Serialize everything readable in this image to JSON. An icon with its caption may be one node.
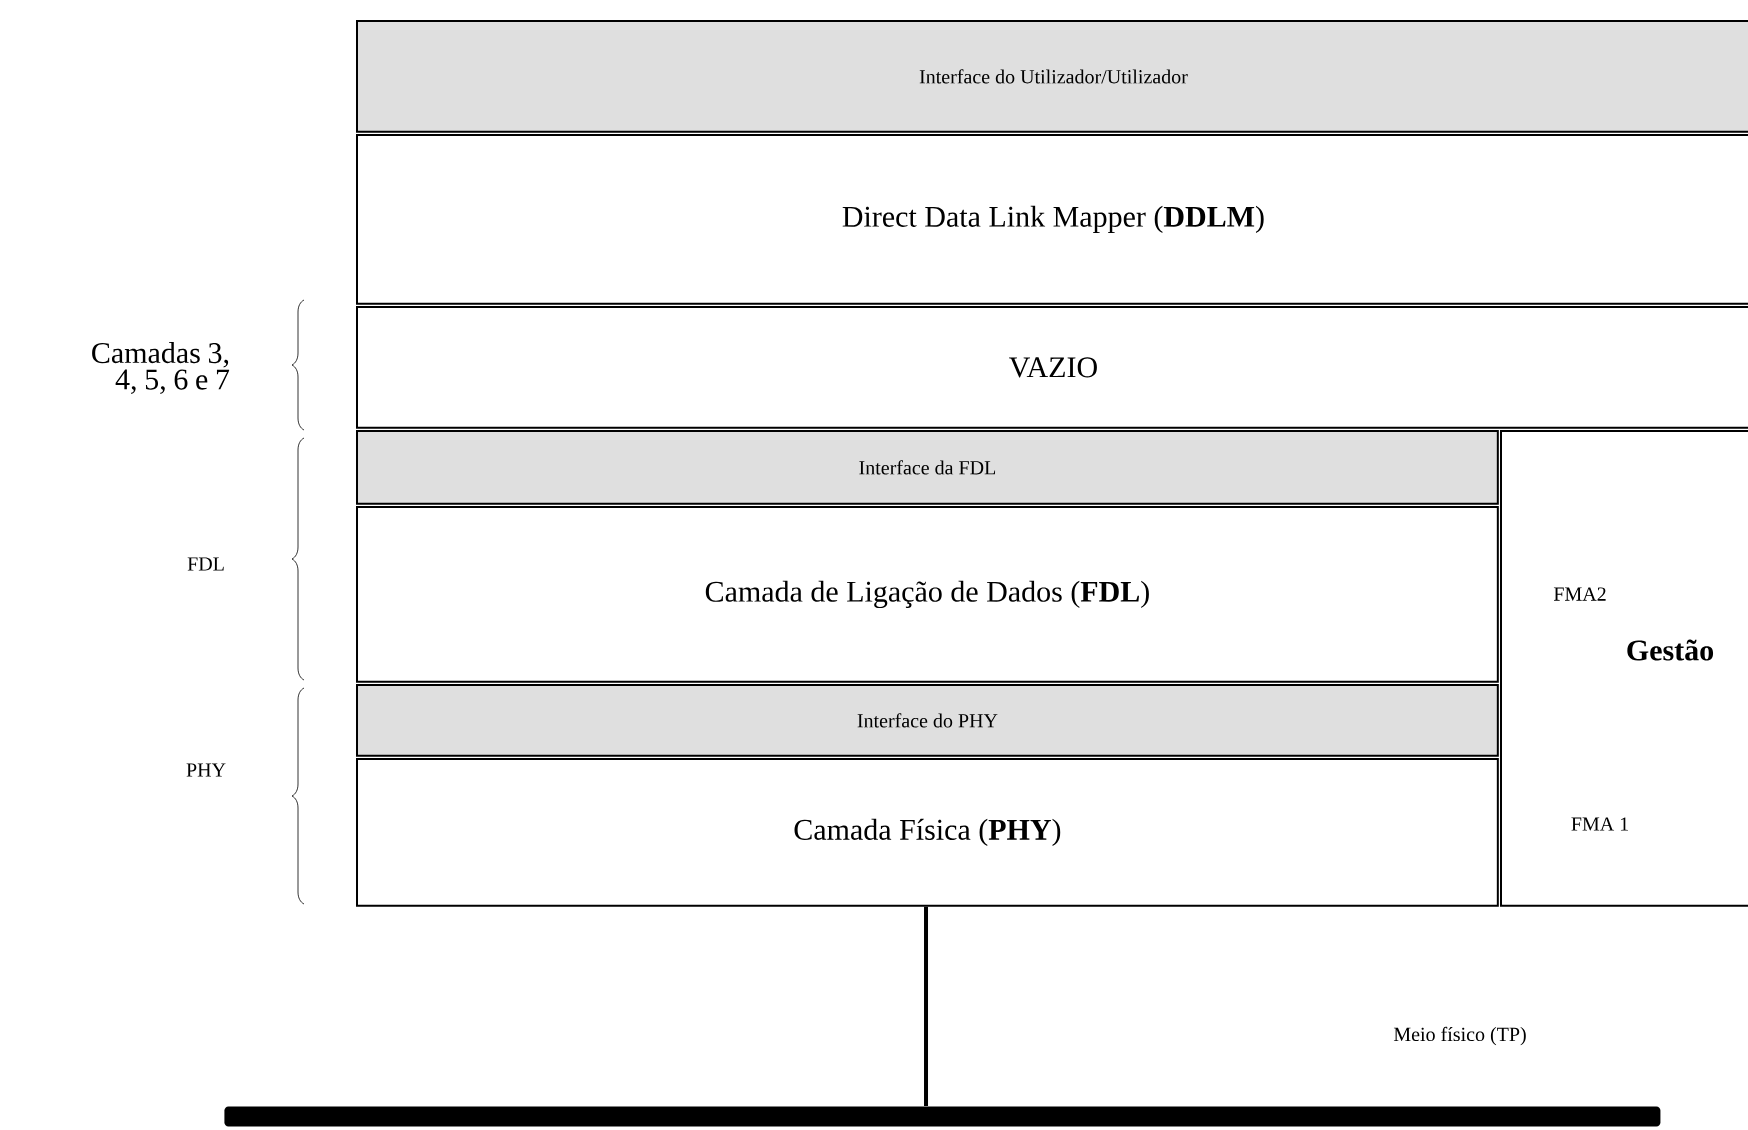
{
  "diagram": {
    "nodes": [
      {
        "text": [
          "Interface do Utilizador/Utilizador"
        ]
      },
      {
        "text": [
          "Direct Data Link Mapper (**DDLM**)"
        ]
      },
      {
        "text": [
          "VAZIO"
        ]
      },
      {
        "text": [
          "Interface da FDL"
        ]
      },
      {
        "text": [
          "Camada de Ligação de Dados (**FDL**)"
        ]
      },
      {
        "text": [
          "Interface do PHY"
        ]
      },
      {
        "text": [
          "Camada Física (**PHY**)"
        ]
      },
      {
        "text": [
          "FMA2",
          "Gestão",
          "FMA 1"
        ]
      },
      {
        "text": [],
        "shape": "bar"
      }
    ],
    "edges": [
      {
        "from": 6,
        "to": 8,
        "arrow": "none"
      }
    ],
    "labels": [
      "Camadas 3, 4, 5, 6 e 7",
      "FDL",
      "PHY",
      "Meio físico (TP)"
    ]
  }
}
